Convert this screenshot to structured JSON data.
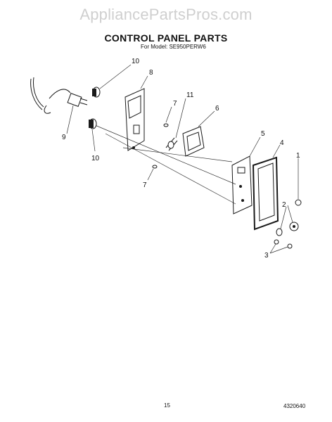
{
  "watermark": "AppliancePartsPros.com",
  "title": "CONTROL PANEL PARTS",
  "model": "For Model: SE950PERW6",
  "page_number": "15",
  "document_code": "4320640",
  "callouts": {
    "c1": "1",
    "c2": "2",
    "c3": "3",
    "c4": "4",
    "c5": "5",
    "c6": "6",
    "c7a": "7",
    "c7b": "7",
    "c8": "8",
    "c9": "9",
    "c10a": "10",
    "c10b": "10",
    "c11": "11"
  }
}
